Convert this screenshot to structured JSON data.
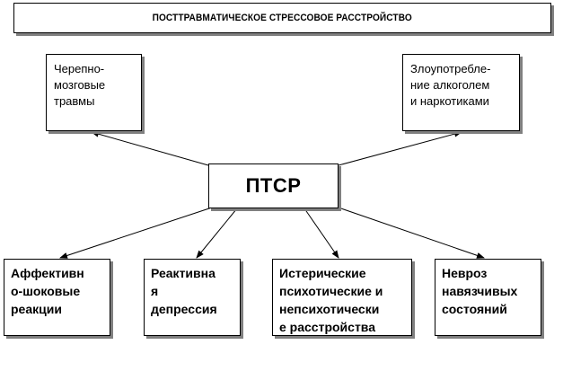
{
  "diagram": {
    "title": "ПОСТТРАВМАТИЧЕСКОЕ СТРЕССОВОЕ РАССТРОЙСТВО",
    "center": "ПТСР",
    "top_left": "Черепно-\nмозговые\nтравмы",
    "top_right": "Злоупотребле-\nние алкоголем\nи наркотиками",
    "bottom_1": "Аффективн\nо-шоковые\nреакции",
    "bottom_2": "Реактивна\nя\nдепрессия",
    "bottom_3": "Истерические\nпсихотические и\nнепсихотически\nе расстройства",
    "bottom_4": "Невроз\nнавязчивых\nсостояний"
  },
  "colors": {
    "border": "#000000",
    "shadow": "#808080",
    "background": "#ffffff"
  }
}
